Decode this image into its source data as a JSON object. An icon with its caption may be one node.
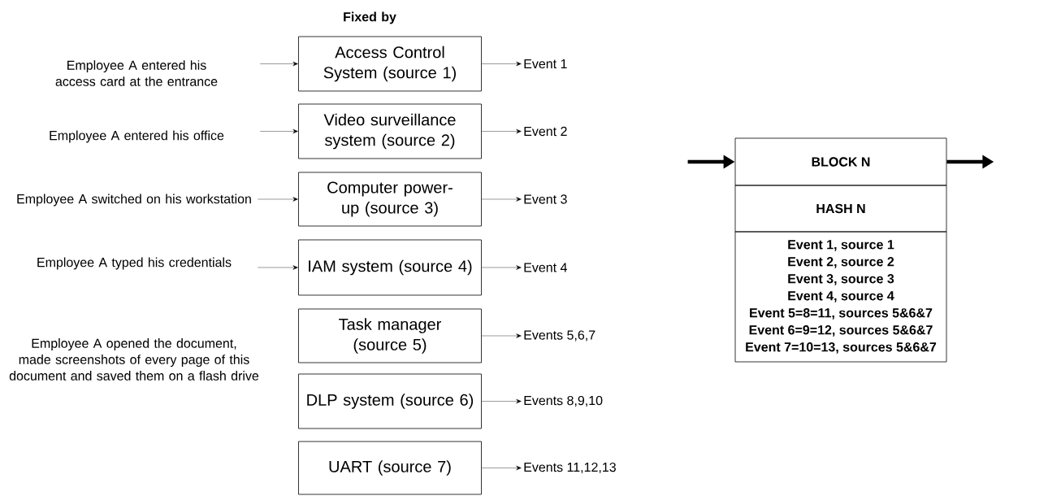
{
  "diagram": {
    "nodes": [
      {
        "text": [
          "Employee A entered his access card at the entrance"
        ]
      },
      {
        "text": [
          "Employee A entered his office"
        ]
      },
      {
        "text": [
          "Employee A switched on his workstation"
        ]
      },
      {
        "text": [
          "Employee A typed his credentials"
        ]
      },
      {
        "text": [
          "Access Control System (source 1)"
        ]
      },
      {
        "text": [
          "Video surveillance system (source 2)"
        ]
      },
      {
        "text": [
          "Computer power-up (source 3)"
        ]
      },
      {
        "text": [
          "IAM system (source 4)"
        ]
      },
      {
        "text": [
          "Task manager (source 5)"
        ]
      },
      {
        "text": [
          "DLP system (source 6)"
        ]
      },
      {
        "text": [
          "UART (source 7)"
        ]
      },
      {
        "text": [
          "Event 1"
        ]
      },
      {
        "text": [
          "Event 2"
        ]
      },
      {
        "text": [
          "Event 3"
        ]
      },
      {
        "text": [
          "Event 4"
        ]
      },
      {
        "text": [
          "Events 5,6,7"
        ]
      },
      {
        "text": [
          "Events 8,9,10"
        ]
      },
      {
        "text": [
          "Events 11,12,13"
        ]
      },
      {
        "text": [
          "BLOCK N"
        ]
      },
      {
        "text": [
          "HASH N"
        ]
      },
      {
        "text": [
          "Event 1, source 1",
          "Event 2, source 2",
          "Event 3, source 3",
          "Event 4, source 4",
          "Event 5=8=11, sources 5&6&7",
          "Event 6=9=12, sources 5&6&7",
          "Event 7=10=13, sources 5&6&7"
        ]
      }
    ],
    "edges": [
      {
        "from": 0,
        "to": 4,
        "arrow": "to"
      },
      {
        "from": 1,
        "to": 5,
        "arrow": "to"
      },
      {
        "from": 2,
        "to": 6,
        "arrow": "to"
      },
      {
        "from": 3,
        "to": 7,
        "arrow": "to"
      },
      {
        "from": 4,
        "to": 11,
        "arrow": "to"
      },
      {
        "from": 5,
        "to": 12,
        "arrow": "to"
      },
      {
        "from": 6,
        "to": 13,
        "arrow": "to"
      },
      {
        "from": 7,
        "to": 14,
        "arrow": "to"
      },
      {
        "from": 8,
        "to": 15,
        "arrow": "to"
      },
      {
        "from": 9,
        "to": 16,
        "arrow": "to"
      },
      {
        "from": 10,
        "to": 17,
        "arrow": "to"
      },
      {
        "from": null,
        "to": 18,
        "arrow": "to",
        "style": "thick"
      },
      {
        "from": 18,
        "to": null,
        "arrow": "to",
        "style": "thick"
      }
    ],
    "labels": [
      "Fixed by",
      "Employee A opened the document, made screenshots of every page of this document and saved them on a flash drive"
    ]
  }
}
